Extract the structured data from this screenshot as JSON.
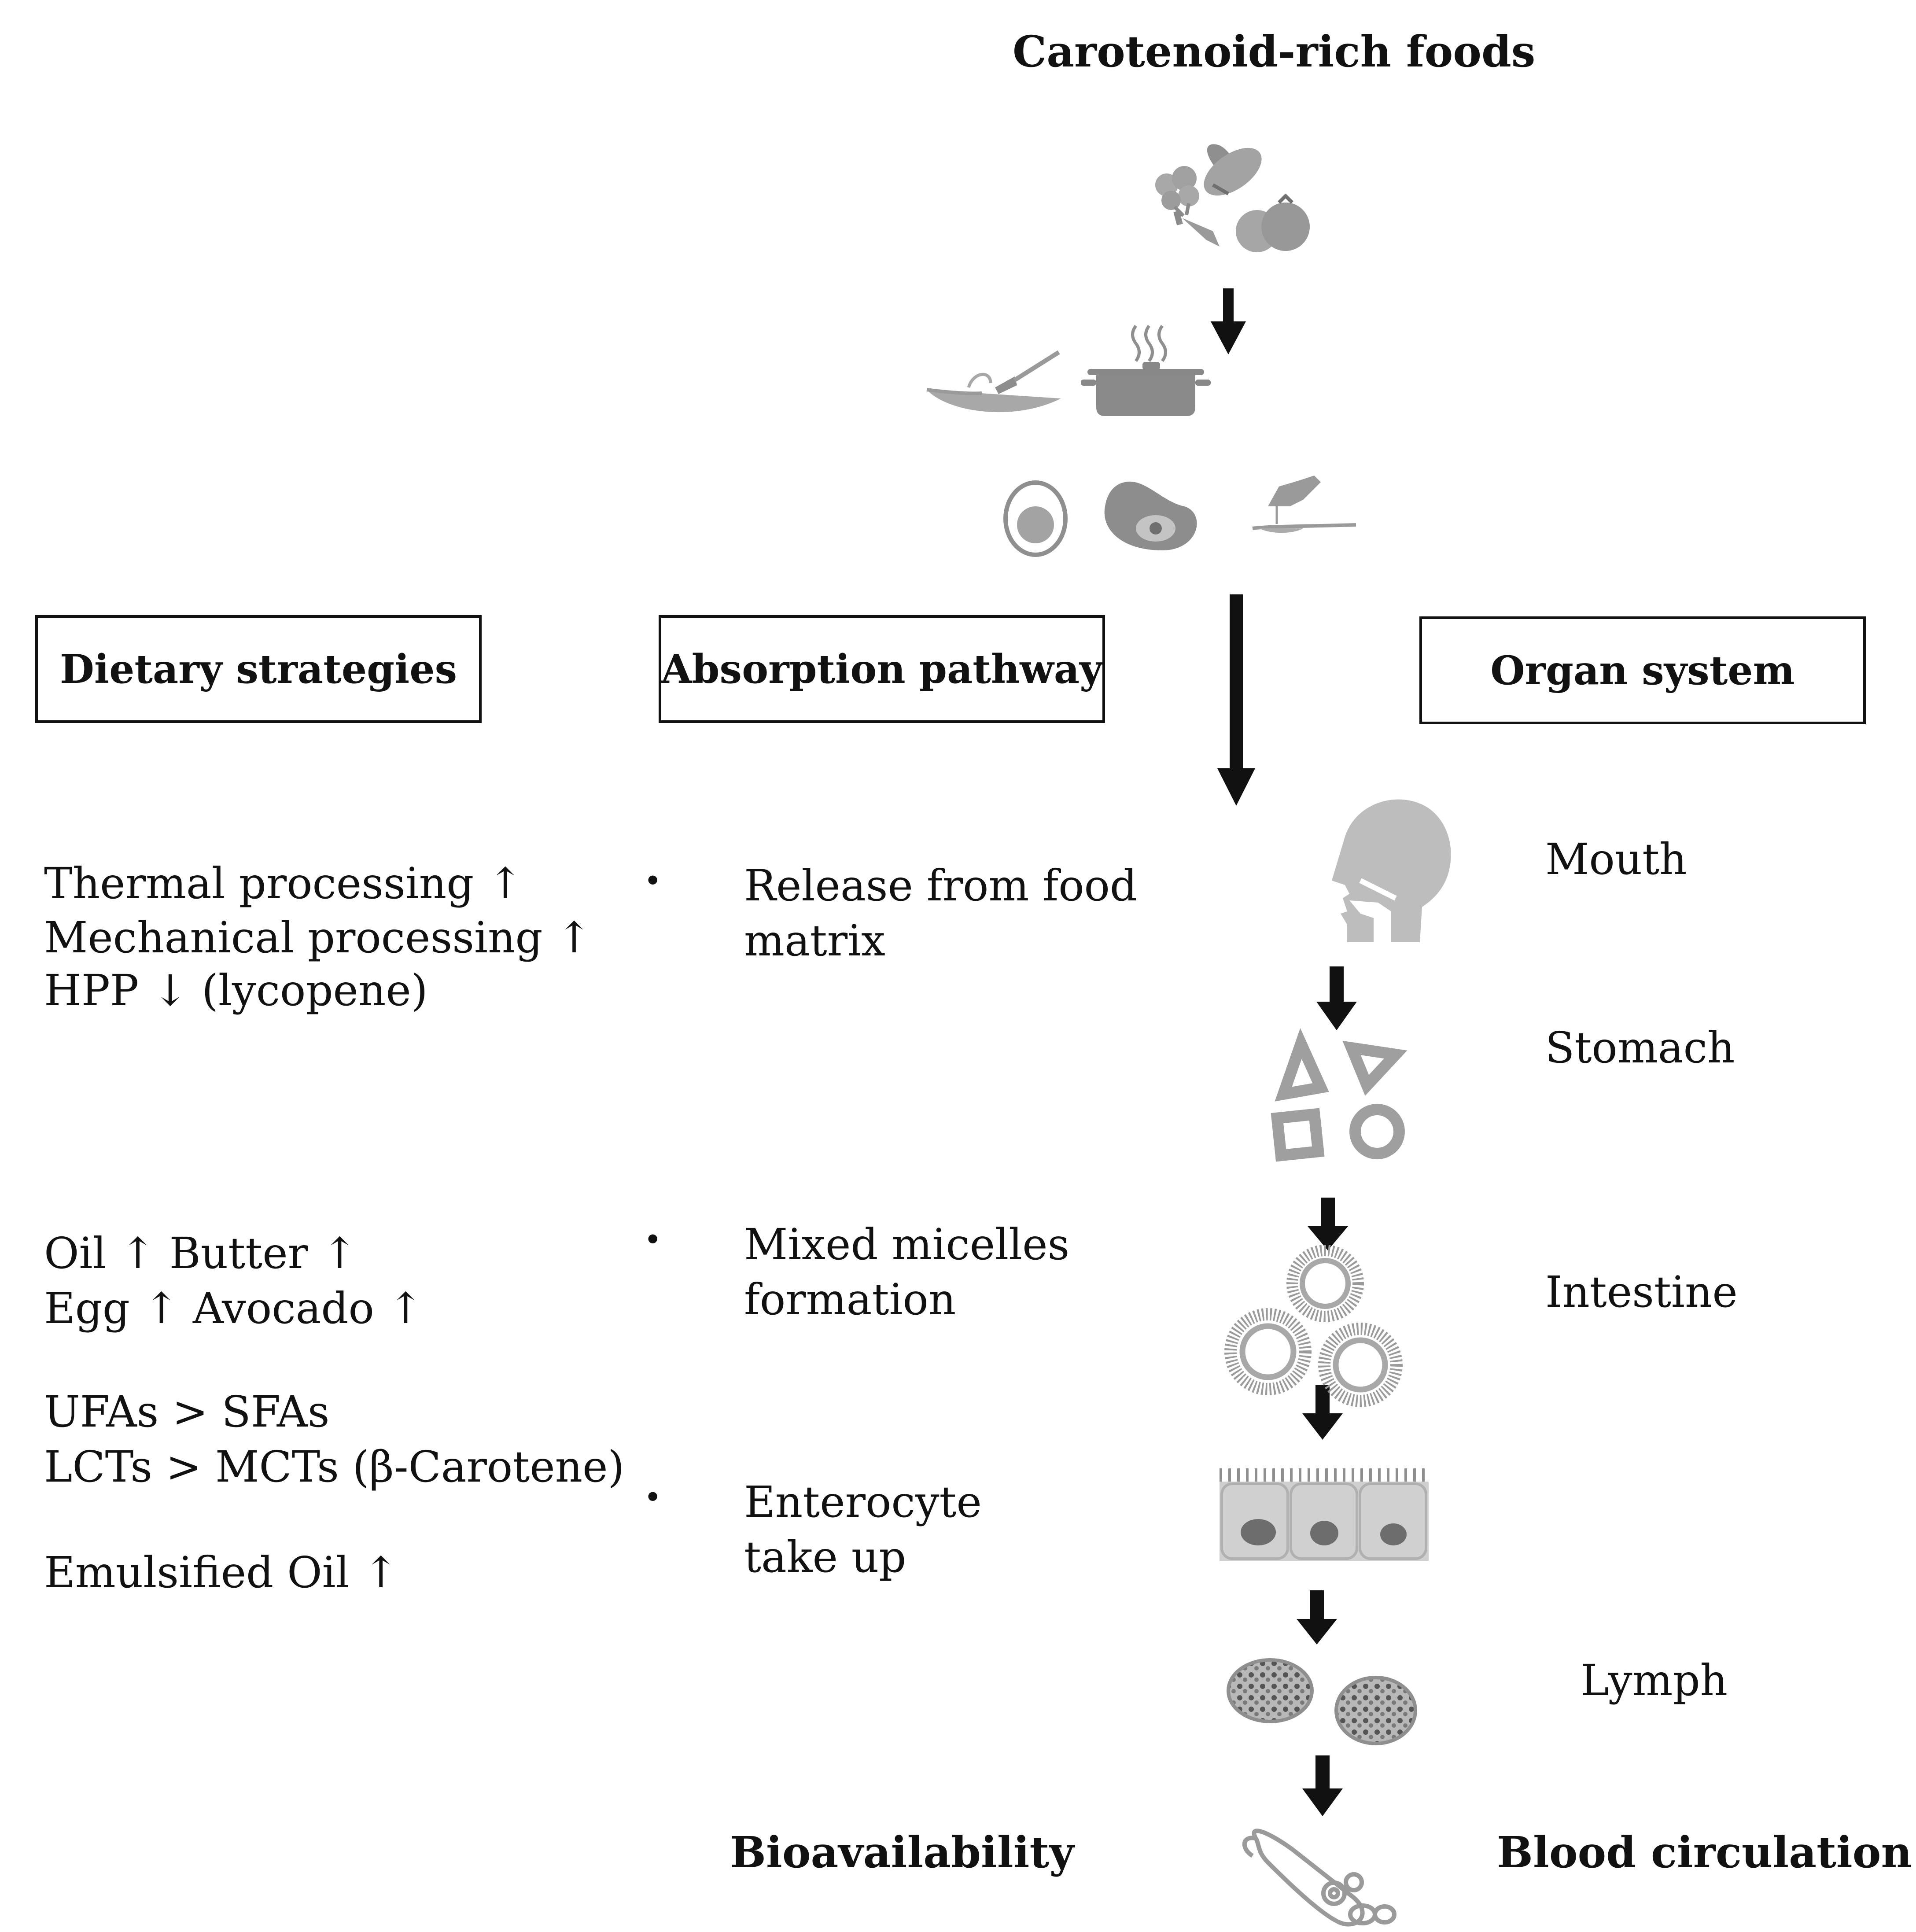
{
  "top_title": "Carotenoid-rich foods",
  "headers": {
    "dietary": "Dietary strategies",
    "absorption": "Absorption pathway",
    "organ": "Organ system"
  },
  "dietary_lines": [
    "Thermal processing ↑",
    "Mechanical processing ↑",
    "HPP ↓ (lycopene)",
    "Oil ↑ Butter ↑",
    "Egg ↑ Avocado ↑",
    "UFAs > SFAs",
    "LCTs > MCTs (β-Carotene)",
    "Emulsified Oil ↑"
  ],
  "bullet_symbol": "•",
  "absorption_steps": [
    {
      "line1": "Release from food",
      "line2": "matrix"
    },
    {
      "line1": "Mixed micelles",
      "line2": "formation"
    },
    {
      "line1": "Enterocyte",
      "line2": "take up"
    }
  ],
  "organs": [
    "Mouth",
    "Stomach",
    "Intestine",
    "Lymph",
    "Blood circulation"
  ],
  "bottom_left": "Bioavailability",
  "icons": [
    "vegetables-icon",
    "wok-icon",
    "cooking-pot-icon",
    "egg-icon",
    "avocado-icon",
    "oil-pour-icon",
    "head-profile-icon",
    "geometric-shapes-icon",
    "micelle-icon",
    "enterocyte-cells-icon",
    "lymph-particle-icon",
    "blood-vessel-icon"
  ],
  "colors": {
    "icon_gray": "#9a9a9a",
    "icon_dark": "#6f6f6f",
    "ink": "#111111"
  }
}
